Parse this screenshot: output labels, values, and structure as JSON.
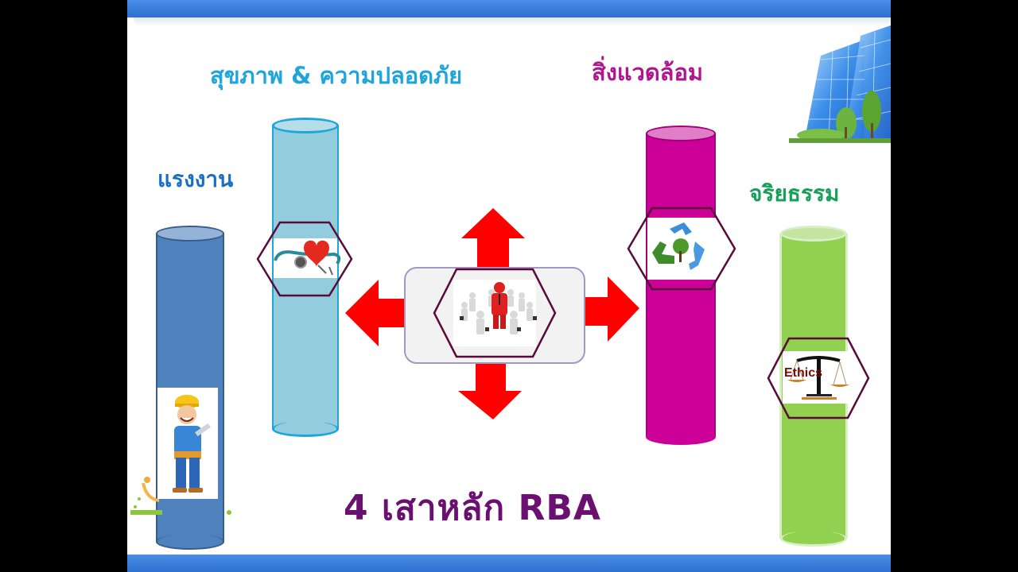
{
  "slide": {
    "title": "4 เสาหลัก RBA",
    "title_color": "#6a1070",
    "pillars": [
      {
        "label": "แรงงาน",
        "label_color": "#1a6fc4",
        "fill": "#4f81bd",
        "stroke": "#385d8a",
        "icon": "construction-worker-icon"
      },
      {
        "label": "สุขภาพ & ความปลอดภัย",
        "label_color": "#1ea6dc",
        "fill": "#93cddd",
        "stroke": "#1ea6dc",
        "icon": "heart-stethoscope-icon"
      },
      {
        "label": "สิ่งแวดล้อม",
        "label_color": "#b0148f",
        "fill": "#cc0099",
        "stroke": "#a0007a",
        "icon": "recycle-tree-icon"
      },
      {
        "label": "จริยธรรม",
        "label_color": "#16a05a",
        "fill": "#92d050",
        "stroke": "#d8eec4",
        "icon": "scales-of-justice-icon",
        "icon_text": "Ethics"
      }
    ],
    "center": {
      "icon": "leader-team-icon",
      "arrow_color": "#ff0000",
      "box_fill": "#f2f2f2",
      "box_stroke": "#a598c0"
    },
    "decor": {
      "building": "glass-building-icon"
    },
    "colors": {
      "top_bar": "#3b7fdc",
      "hex_stroke": "#5a0a3a"
    }
  }
}
